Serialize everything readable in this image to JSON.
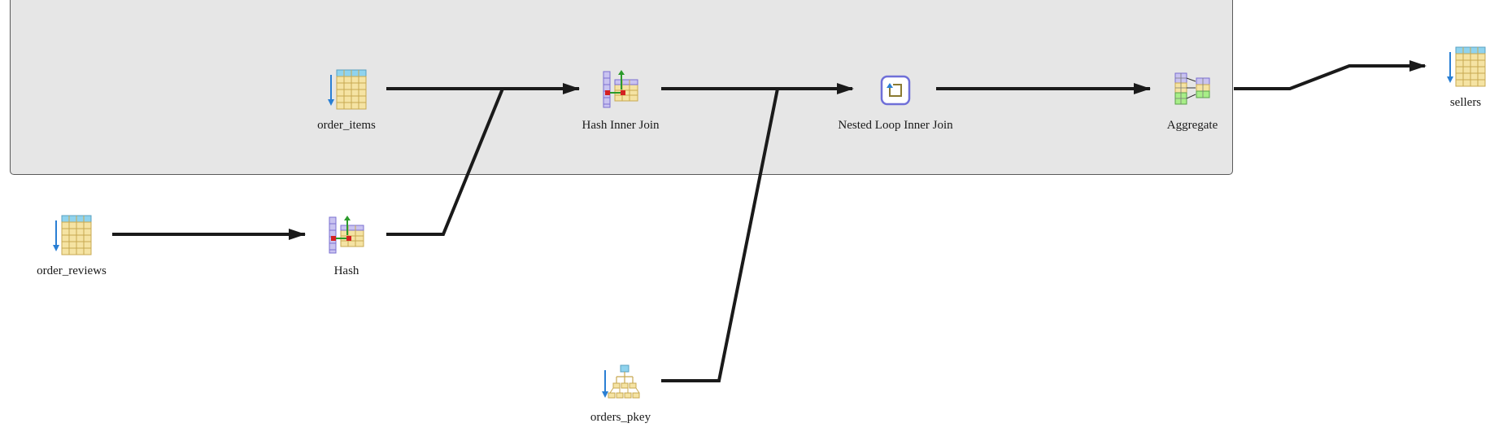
{
  "nodes": {
    "order_items": {
      "label": "order_items",
      "icon": "table-scan-icon"
    },
    "hash_inner_join": {
      "label": "Hash Inner Join",
      "icon": "hash-join-icon"
    },
    "nested_loop": {
      "label": "Nested Loop Inner Join",
      "icon": "nested-loop-icon"
    },
    "aggregate": {
      "label": "Aggregate",
      "icon": "aggregate-icon"
    },
    "sellers": {
      "label": "sellers",
      "icon": "table-scan-icon"
    },
    "order_reviews": {
      "label": "order_reviews",
      "icon": "table-scan-icon"
    },
    "hash": {
      "label": "Hash",
      "icon": "hash-icon"
    },
    "orders_pkey": {
      "label": "orders_pkey",
      "icon": "index-scan-icon"
    }
  },
  "colors": {
    "group_bg": "#e6e6e6",
    "edge": "#1a1a1a",
    "table_header": "#8fd3ee",
    "table_body": "#f5e3a3",
    "arrow_blue": "#2a7fd4"
  }
}
